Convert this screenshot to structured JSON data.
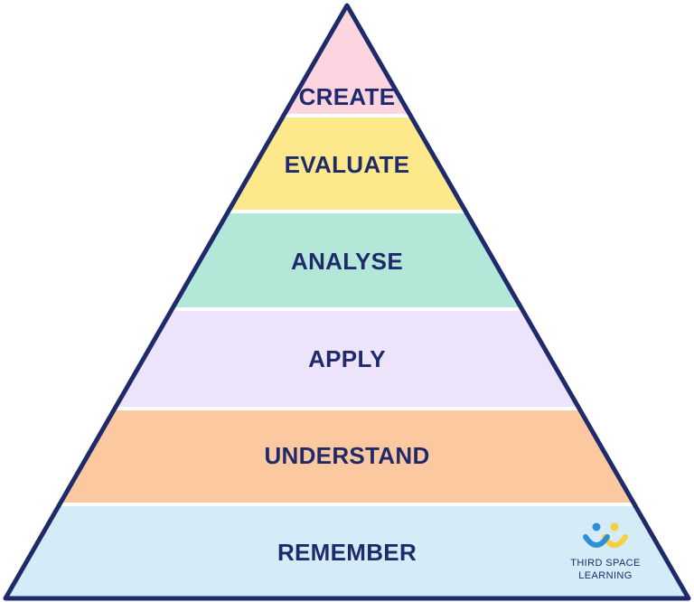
{
  "pyramid": {
    "outline_color": "#1f2a6b",
    "label_color": "#1f2a6b",
    "levels": [
      {
        "label": "CREATE",
        "color": "#fcd5e0"
      },
      {
        "label": "EVALUATE",
        "color": "#fde98c"
      },
      {
        "label": "ANALYSE",
        "color": "#b3e8d8"
      },
      {
        "label": "APPLY",
        "color": "#ede3fb"
      },
      {
        "label": "UNDERSTAND",
        "color": "#fcc8a0"
      },
      {
        "label": "REMEMBER",
        "color": "#d4ecf8"
      }
    ]
  },
  "logo": {
    "line1": "THIRD SPACE",
    "line2": "LEARNING",
    "icon": "two-people-icon",
    "colors": [
      "#2f8fd6",
      "#f6cf3a"
    ]
  }
}
